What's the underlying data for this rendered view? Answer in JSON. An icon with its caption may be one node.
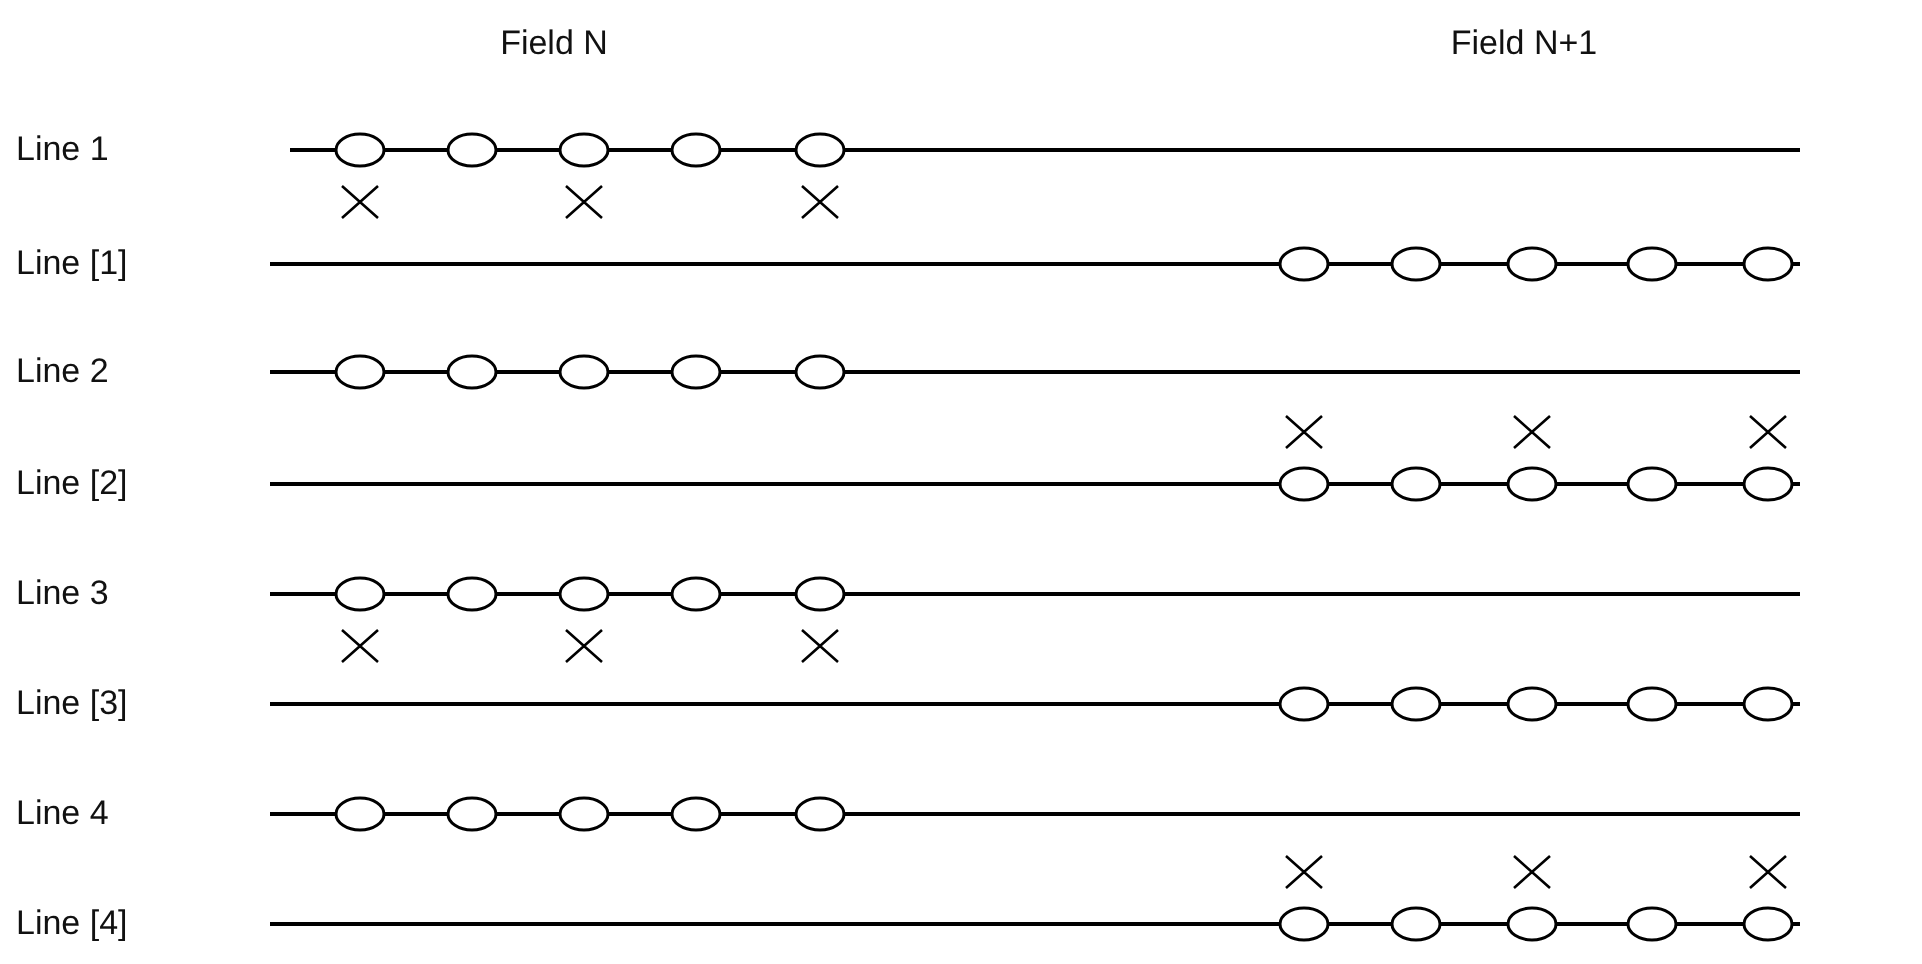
{
  "diagram": {
    "labels": [
      "Field N",
      "Field N+1",
      "Line 1",
      "Line [1]",
      "Line 2",
      "Line [2]",
      "Line 3",
      "Line [3]",
      "Line 4",
      "Line [4]"
    ]
  }
}
